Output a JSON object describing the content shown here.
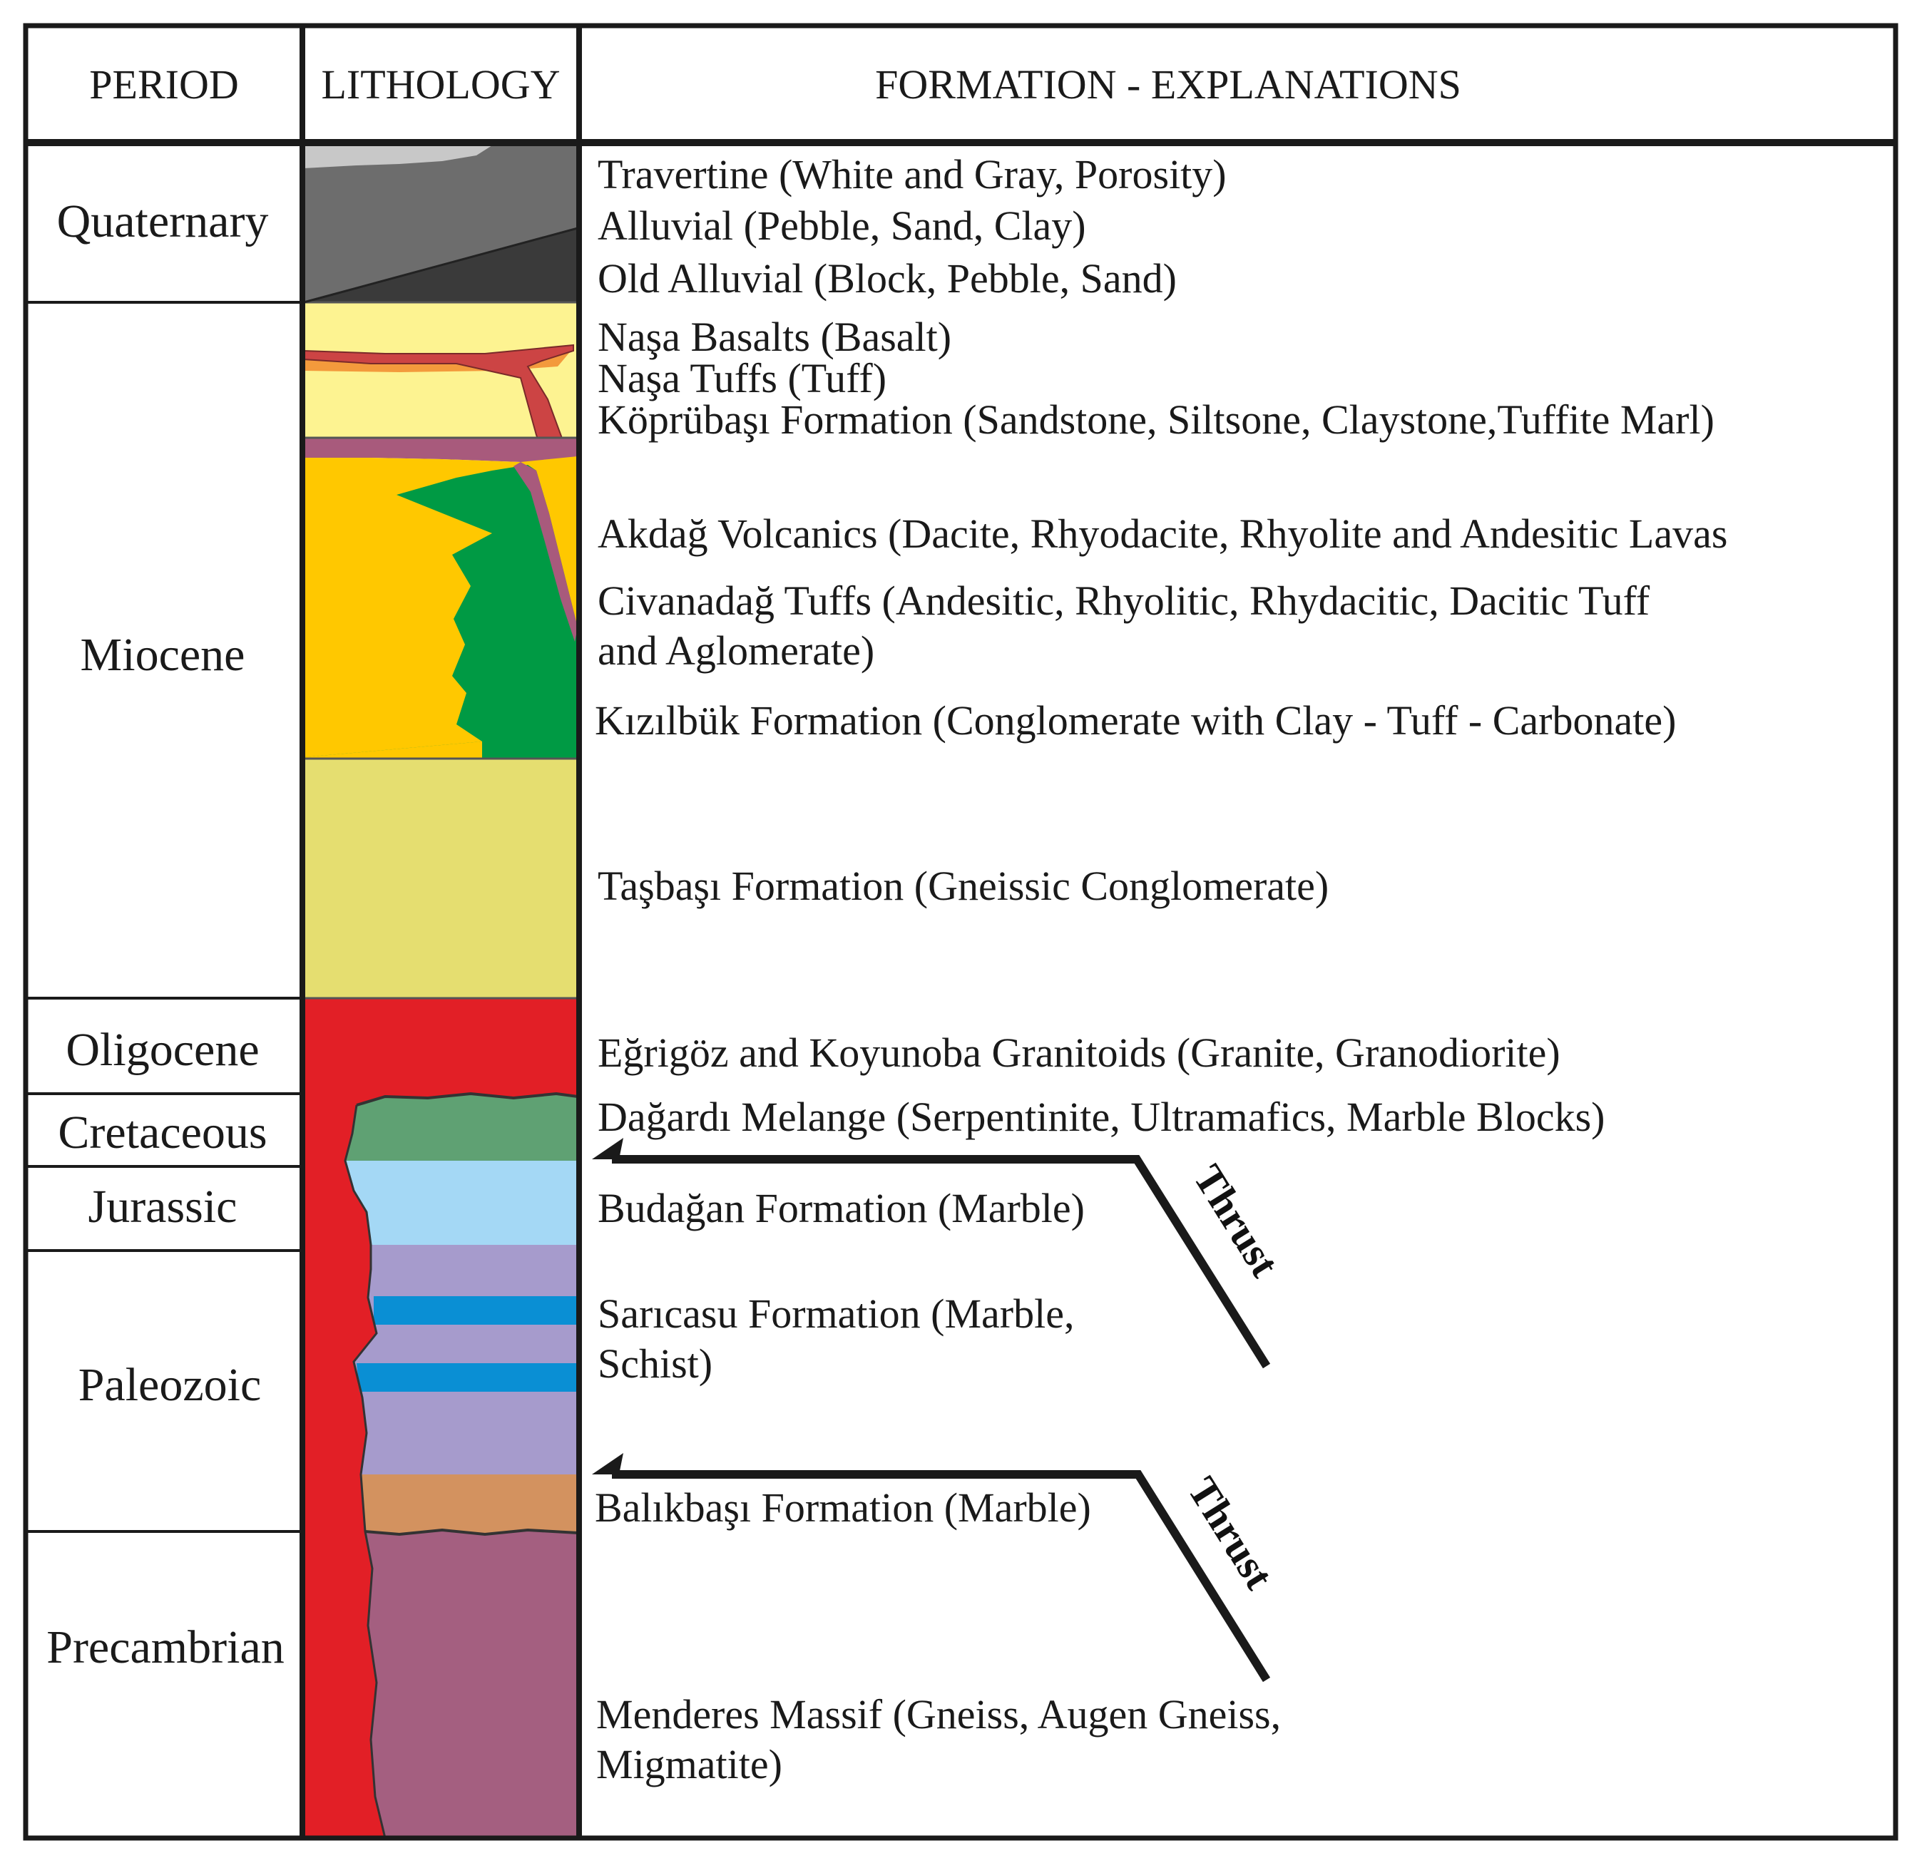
{
  "headers": {
    "period": "PERIOD",
    "lithology": "LITHOLOGY",
    "formation": "FORMATION - EXPLANATIONS"
  },
  "periods": [
    "Quaternary",
    "Miocene",
    "Oligocene",
    "Cretaceous",
    "Jurassic",
    "Paleozoic",
    "Precambrian"
  ],
  "explanations": [
    "Travertine (White and Gray, Porosity)",
    "Alluvial (Pebble, Sand, Clay)",
    "Old Alluvial (Block, Pebble, Sand)",
    "Naşa Basalts (Basalt)",
    "Naşa Tuffs (Tuff)",
    "Köprübaşı Formation (Sandstone, Siltsone, Claystone,Tuffite Marl)",
    "Akdağ Volcanics (Dacite, Rhyodacite, Rhyolite and Andesitic Lavas",
    "Civanadağ Tuffs (Andesitic, Rhyolitic, Rhydacitic, Dacitic Tuff",
    "and Aglomerate)",
    "Kızılbük Formation (Conglomerate with Clay - Tuff - Carbonate)",
    "Taşbaşı Formation (Gneissic Conglomerate)",
    "Eğrigöz and Koyunoba Granitoids (Granite, Granodiorite)",
    "Dağardı Melange (Serpentinite, Ultramafics, Marble Blocks)",
    "Budağan Formation (Marble)",
    "Sarıcasu Formation (Marble,",
    "Schist)",
    "Balıkbaşı Formation (Marble)",
    "Menderes Massif (Gneiss, Augen Gneiss,",
    "Migmatite)"
  ],
  "thrust_labels": [
    "Thrust",
    "Thrust"
  ],
  "colors": {
    "travertine": "#c8c8c8",
    "alluvial": "#6d6d6d",
    "old_alluvial": "#3a3a3a",
    "kopribasi": "#fdf391",
    "basalt": "#cc4444",
    "tuff": "#f39a3c",
    "akdag": "#a85a7c",
    "civanadag": "#009a44",
    "kizilbuk": "#ffc800",
    "tasbasi": "#e5de70",
    "granite": "#e21f26",
    "melange": "#5fa173",
    "budagan": "#a4d8f5",
    "saricasu": "#a69bcc",
    "schist": "#0a8fd4",
    "balikbasi": "#d3925f",
    "menderes": "#a45f80"
  }
}
